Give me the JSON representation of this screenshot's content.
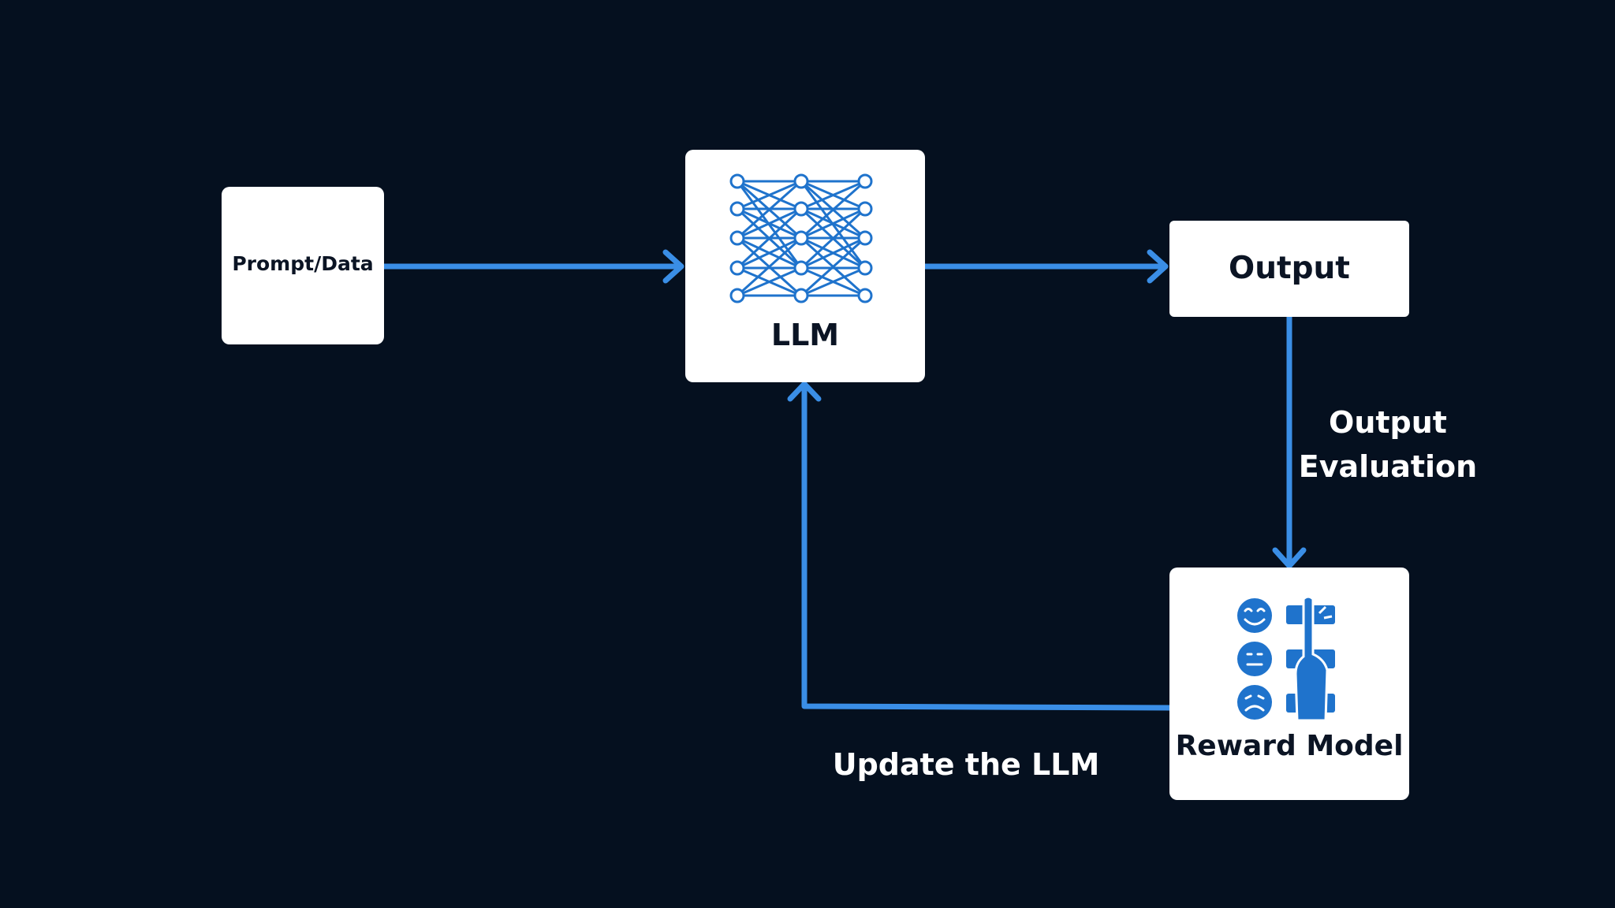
{
  "diagram": {
    "nodes": {
      "prompt": {
        "label": "Prompt/Data",
        "icon": ""
      },
      "llm": {
        "label": "LLM",
        "icon": "neural-network-icon"
      },
      "output": {
        "label": "Output",
        "icon": ""
      },
      "reward": {
        "label": "Reward Model",
        "icon": "rating-feedback-icon"
      }
    },
    "edges": {
      "prompt_to_llm": "",
      "llm_to_output": "",
      "output_to_reward": {
        "label_line1": "Output",
        "label_line2": "Evaluation"
      },
      "reward_to_llm": {
        "label": "Update the LLM"
      }
    }
  },
  "colors": {
    "background": "#05101f",
    "box": "#ffffff",
    "text_dark": "#0b1424",
    "arrow": "#3a8ee6",
    "icon": "#1f73cc"
  }
}
